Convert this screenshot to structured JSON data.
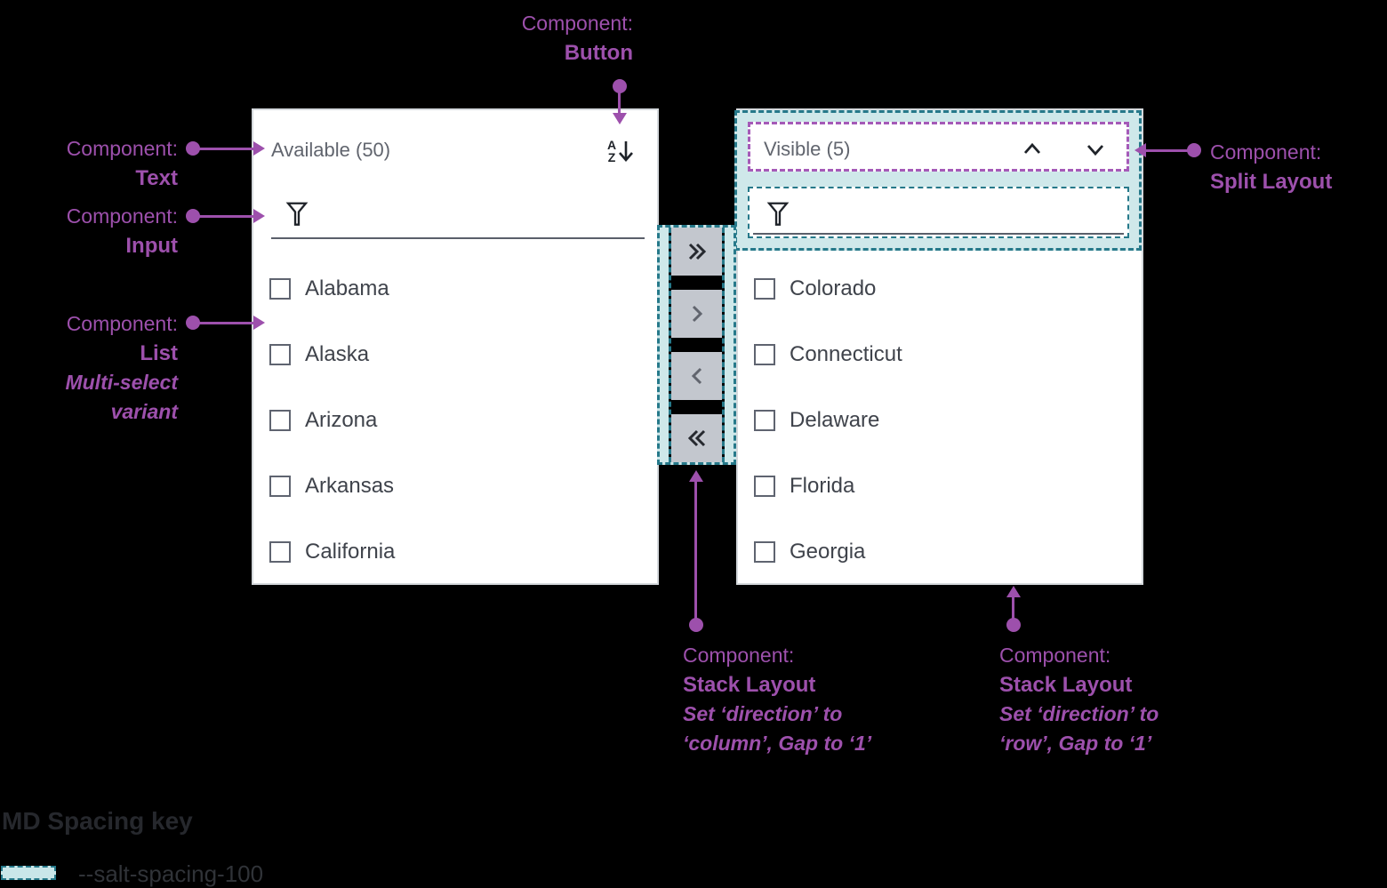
{
  "colors": {
    "annotation_purple": "#9d50ac",
    "purple_dashed_border": "#a55ab8",
    "spacing_teal_border": "#26798a",
    "spacing_teal_fill": "#cfe8ea",
    "panel_background": "#ffffff",
    "panel_border": "#d5d9dd",
    "icon_ink": "#1f2329",
    "disabled_icon": "#61656e",
    "button_background": "#c3c7ce",
    "page_background": "#000000"
  },
  "left_panel": {
    "title": "Available (50)",
    "sort_letters": [
      "A",
      "Z"
    ],
    "items": [
      "Alabama",
      "Alaska",
      "Arizona",
      "Arkansas",
      "California"
    ]
  },
  "right_panel": {
    "title": "Visible (5)",
    "items": [
      "Colorado",
      "Connecticut",
      "Delaware",
      "Florida",
      "Georgia"
    ]
  },
  "annotations": {
    "button": {
      "prefix": "Component:",
      "label": "Button"
    },
    "text": {
      "prefix": "Component:",
      "label": "Text"
    },
    "input": {
      "prefix": "Component:",
      "label": "Input"
    },
    "list": {
      "prefix": "Component:",
      "label": "List",
      "note1": "Multi-select",
      "note2": "variant"
    },
    "split_layout": {
      "prefix": "Component:",
      "label": "Split Layout"
    },
    "stack_column": {
      "prefix": "Component:",
      "label": "Stack Layout",
      "note1": "Set ‘direction’ to",
      "note2": "‘column’, Gap to ‘1’"
    },
    "stack_row": {
      "prefix": "Component:",
      "label": "Stack Layout",
      "note1": "Set ‘direction’ to",
      "note2": "‘row’, Gap to ‘1’"
    }
  },
  "spacing_key": {
    "title": "MD Spacing key",
    "token": "--salt-spacing-100"
  }
}
